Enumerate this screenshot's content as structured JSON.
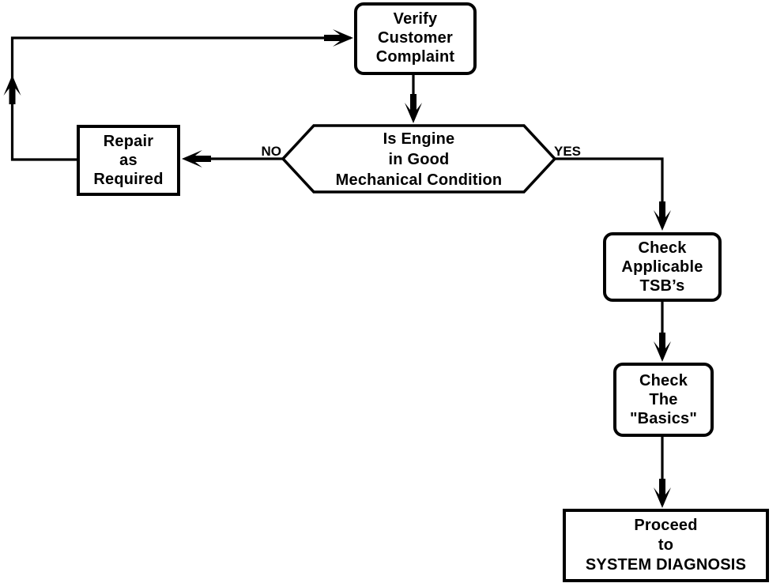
{
  "nodes": {
    "verify": {
      "label": "Verify\nCustomer\nComplaint",
      "shape": "rounded-rect"
    },
    "repair": {
      "label": "Repair\nas\nRequired",
      "shape": "rect"
    },
    "decision": {
      "label": "Is Engine\nin Good\nMechanical Condition",
      "shape": "hexagon"
    },
    "tsb": {
      "label": "Check\nApplicable\nTSB’s",
      "shape": "rounded-rect"
    },
    "basics": {
      "label": "Check\nThe\n\"Basics\"",
      "shape": "rounded-rect"
    },
    "proceed": {
      "label": "Proceed\nto\nSYSTEM DIAGNOSIS",
      "shape": "rect"
    }
  },
  "edge_labels": {
    "no": "NO",
    "yes": "YES"
  },
  "colors": {
    "ink": "#000000",
    "background": "#ffffff"
  }
}
